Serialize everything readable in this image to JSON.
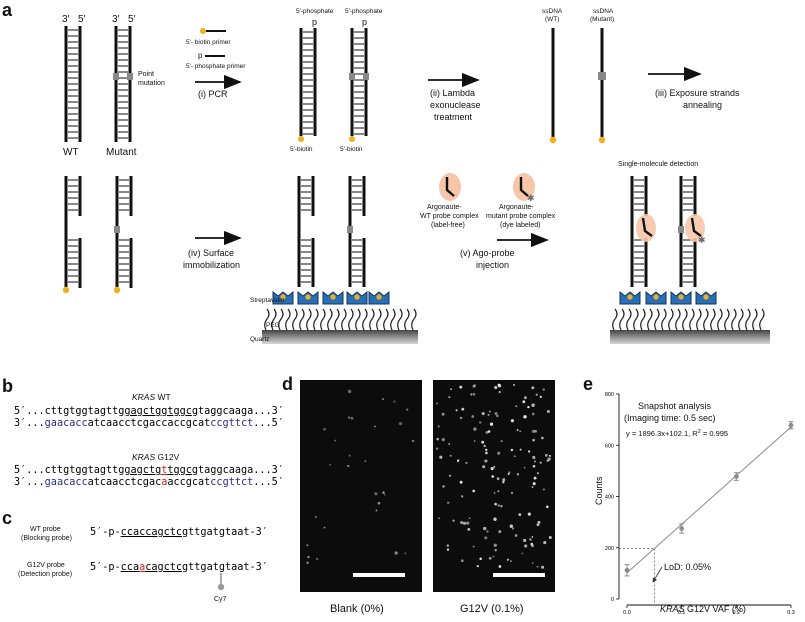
{
  "panel_a": {
    "letter": "a",
    "strand_3": "3′",
    "strand_5": "5′",
    "wt": "WT",
    "mutant": "Mutant",
    "point_mutation_1": "Point",
    "point_mutation_2": "mutation",
    "biotin_primer": "5′- biotin primer",
    "phosphate_primer": "5′- phosphate primer",
    "p": "p",
    "step1": "(i) PCR",
    "phosphate_5": "5′-phosphate",
    "biotin_5": "5′-biotin",
    "step2_1": "(ii) Lambda",
    "step2_2": "exonuclease",
    "step2_3": "treatment",
    "ssdna": "ssDNA",
    "ssdna_wt": "(WT)",
    "ssdna_mut": "(Mutant)",
    "step3_1": "(iii) Exposure strands",
    "step3_2": "annealing",
    "step4_1": "(iv) Surface",
    "step4_2": "immobilization",
    "streptavidin": "Streptavidin",
    "peg": "PEG",
    "quartz": "Quartz",
    "ago_wt_1": "Argonaute-",
    "ago_wt_2": "WT probe complex",
    "ago_wt_3": "(label-free)",
    "ago_mut_1": "Argonaute-",
    "ago_mut_2": "mutant probe complex",
    "ago_mut_3": "(dye labeled)",
    "step5_1": "(v) Ago-probe",
    "step5_2": "injection",
    "single_molecule": "Single-molecule detection"
  },
  "panel_b": {
    "letter": "b",
    "wt_title_gene": "KRAS",
    "wt_title_rest": " WT",
    "g12v_title_gene": "KRAS",
    "g12v_title_rest": " G12V",
    "wt_top_a": "5′...cttgtggtagttg",
    "wt_top_b": "gagctggtggc",
    "wt_top_c": "gtaggcaaga...3′",
    "wt_bot_a": "3′...",
    "wt_bot_b": "gaacacc",
    "wt_bot_c": "atcaacctcgaccaccgcat",
    "wt_bot_d": "ccgttct",
    "wt_bot_e": "...5′",
    "mut_top_a": "5′...cttgtggtagttg",
    "mut_top_b": "gagctg",
    "mut_top_mut": "t",
    "mut_top_c": "tggc",
    "mut_top_d": "gtaggcaaga...3′",
    "mut_bot_a": "3′...",
    "mut_bot_b": "gaacacc",
    "mut_bot_c": "atcaacctcgac",
    "mut_bot_mut": "a",
    "mut_bot_d": "accgcat",
    "mut_bot_e": "ccgttct",
    "mut_bot_f": "...5′"
  },
  "panel_c": {
    "letter": "c",
    "wt_probe_1": "WT probe",
    "wt_probe_2": "(Blocking probe)",
    "g12v_probe_1": "G12V probe",
    "g12v_probe_2": "(Detection probe)",
    "wt_seq_a": "5′-p-",
    "wt_seq_b": "ccaccagctc",
    "wt_seq_c": "gttgatgtaat-3′",
    "mut_seq_a": "5′-p-",
    "mut_seq_b1": "cca",
    "mut_seq_mut": "a",
    "mut_seq_b2": "cagctc",
    "mut_seq_c": "gttgatgtaat-3′",
    "dye": "Cy7"
  },
  "panel_d": {
    "letter": "d",
    "left_label": "Blank (0%)",
    "right_label": "G12V (0.1%)"
  },
  "panel_e": {
    "letter": "e",
    "title_1": "Snapshot analysis",
    "title_2": "(Imaging time: 0.5 sec)",
    "equation": "y = 1896.3x+102.1, R",
    "eq_sup": "2",
    "eq_end": " = 0.995",
    "lod": "LoD: 0.05%",
    "ylabel": "Counts",
    "xlabel_gene": "KRAS",
    "xlabel_rest": "  G12V VAF (%)"
  },
  "chart_data": {
    "type": "scatter",
    "title": "Snapshot analysis",
    "xlabel": "KRAS G12V VAF (%)",
    "ylabel": "Counts",
    "xlim": [
      0,
      0.3
    ],
    "ylim": [
      0,
      800
    ],
    "x_ticks": [
      "0.0",
      "0.1",
      "0.2",
      "0.3"
    ],
    "y_ticks": [
      "0",
      "200",
      "400",
      "600",
      "800"
    ],
    "x": [
      0.0,
      0.1,
      0.2,
      0.3
    ],
    "y": [
      112,
      275,
      478,
      678
    ],
    "error": [
      22,
      18,
      15,
      14
    ],
    "fit": {
      "slope": 1896.3,
      "intercept": 102.1,
      "r2": 0.995
    },
    "lod_x": 0.05,
    "lod_y": 197,
    "grid": false,
    "colors": {
      "points": "#8c8c8c",
      "fit": "#8c8c8c",
      "accent_red": "#d62020",
      "accent_blue": "#2b2b8f",
      "biotin": "#f2b01e",
      "ago": "#f7c6a8"
    }
  }
}
